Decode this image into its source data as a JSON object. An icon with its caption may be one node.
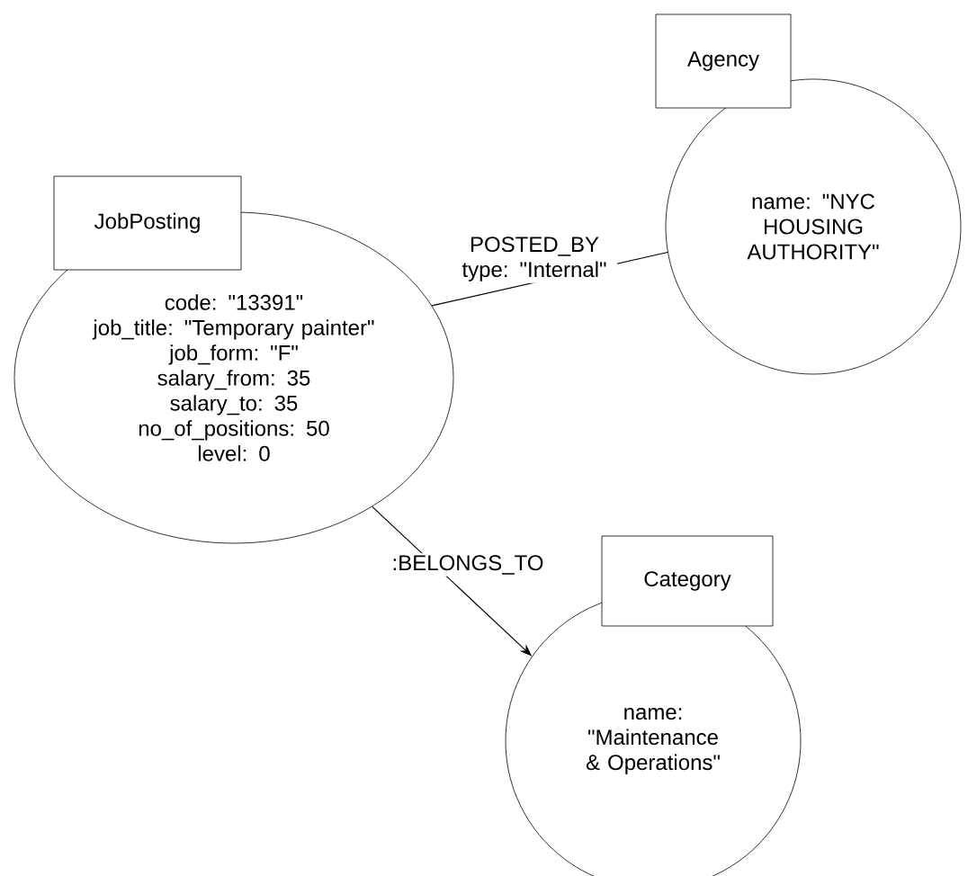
{
  "diagram": {
    "nodes": [
      {
        "text": [
          "JobPosting",
          "code: \"13391\"",
          "job_title: \"Temporary painter\"",
          "job_form: \"F\"",
          "salary_from: 35",
          "salary_to: 35",
          "no_of_positions: 50",
          "level: 0"
        ]
      },
      {
        "text": [
          "Agency",
          "name: \"NYC HOUSING AUTHORITY\""
        ]
      },
      {
        "text": [
          "Category",
          "name: \"Maintenance & Operations\""
        ]
      }
    ],
    "edges": [
      {
        "from": 0,
        "to": 1,
        "arrow": "none",
        "label": "POSTED_BY type: \"Internal\""
      },
      {
        "from": 0,
        "to": 2,
        "arrow": "to",
        "label": ":BELONGS_TO"
      }
    ]
  }
}
